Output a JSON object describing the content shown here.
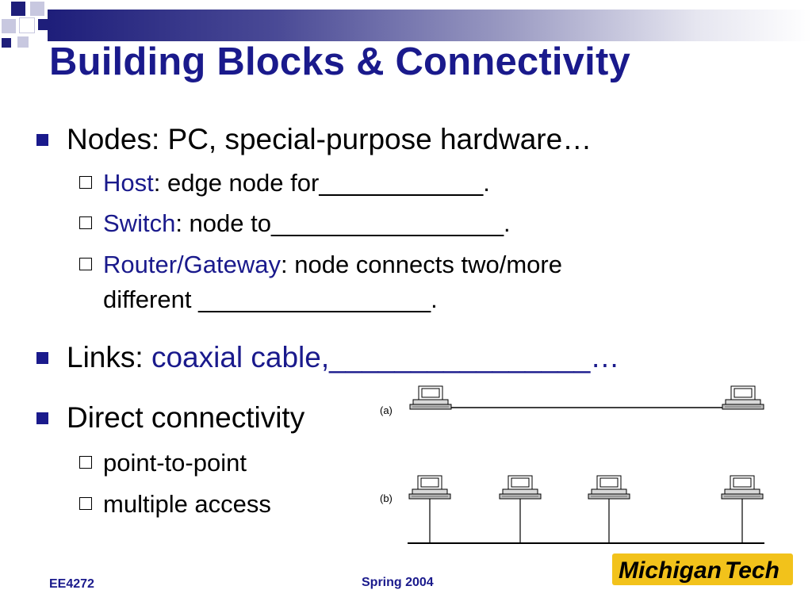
{
  "title": "Building Blocks & Connectivity",
  "bullets": {
    "nodes": "Nodes: PC, special-purpose hardware…",
    "host_term": "Host",
    "host_rest": ": edge node for",
    "host_blank": "____________.",
    "switch_term": "Switch",
    "switch_rest": ": node to",
    "switch_blank": "_________________.",
    "router_term": "Router/Gateway",
    "router_rest": ": node connects two/more",
    "router_line2": "different ",
    "router_blank": "_________________.",
    "links_prefix": "Links: ",
    "links_blue": "coaxial cable,",
    "links_blank": "________________",
    "links_ellipsis": "…",
    "direct": "Direct connectivity",
    "p2p": "point-to-point",
    "multi": "multiple access"
  },
  "diagram": {
    "caption_a": "(a)",
    "caption_b": "(b)"
  },
  "footer": {
    "course": "EE4272",
    "term": "Spring 2004",
    "logo_text_1": "Michigan",
    "logo_text_2": "Tech"
  },
  "colors": {
    "accent": "#1a1a8c",
    "text": "#000000"
  }
}
